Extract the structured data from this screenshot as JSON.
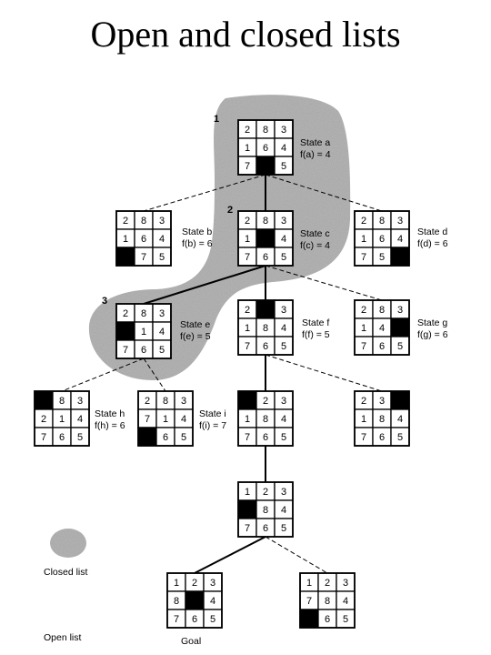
{
  "title": "Open and closed lists",
  "legend": {
    "closed_label": "Closed list",
    "open_label": "Open list",
    "goal_label": "Goal",
    "shade_color": "#b5b5b5"
  },
  "markers": [
    "1",
    "2",
    "3"
  ],
  "states": [
    {
      "id": "a",
      "name": "State a",
      "f": "f(a) = 4",
      "tiles": [
        2,
        8,
        3,
        1,
        6,
        4,
        7,
        0,
        5
      ]
    },
    {
      "id": "b",
      "name": "State b",
      "f": "f(b) = 6",
      "tiles": [
        2,
        8,
        3,
        1,
        6,
        4,
        0,
        7,
        5
      ]
    },
    {
      "id": "c",
      "name": "State c",
      "f": "f(c) = 4",
      "tiles": [
        2,
        8,
        3,
        1,
        0,
        4,
        7,
        6,
        5
      ]
    },
    {
      "id": "d",
      "name": "State d",
      "f": "f(d) = 6",
      "tiles": [
        2,
        8,
        3,
        1,
        6,
        4,
        7,
        5,
        0
      ]
    },
    {
      "id": "e",
      "name": "State e",
      "f": "f(e) = 5",
      "tiles": [
        2,
        8,
        3,
        0,
        1,
        4,
        7,
        6,
        5
      ]
    },
    {
      "id": "f",
      "name": "State f",
      "f": "f(f) = 5",
      "tiles": [
        2,
        0,
        3,
        1,
        8,
        4,
        7,
        6,
        5
      ]
    },
    {
      "id": "g",
      "name": "State g",
      "f": "f(g) = 6",
      "tiles": [
        2,
        8,
        3,
        1,
        4,
        0,
        7,
        6,
        5
      ]
    },
    {
      "id": "h",
      "name": "State h",
      "f": "f(h) = 6",
      "tiles": [
        0,
        8,
        3,
        2,
        1,
        4,
        7,
        6,
        5
      ]
    },
    {
      "id": "i",
      "name": "State i",
      "f": "f(i) = 7",
      "tiles": [
        2,
        8,
        3,
        7,
        1,
        4,
        0,
        6,
        5
      ]
    },
    {
      "id": "j",
      "name": "",
      "f": "",
      "tiles": [
        0,
        2,
        3,
        1,
        8,
        4,
        7,
        6,
        5
      ]
    },
    {
      "id": "k",
      "name": "",
      "f": "",
      "tiles": [
        2,
        3,
        0,
        1,
        8,
        4,
        7,
        6,
        5
      ]
    },
    {
      "id": "l",
      "name": "",
      "f": "",
      "tiles": [
        1,
        2,
        3,
        0,
        8,
        4,
        7,
        6,
        5
      ]
    },
    {
      "id": "m",
      "name": "",
      "f": "",
      "tiles": [
        1,
        2,
        3,
        8,
        0,
        4,
        7,
        6,
        5
      ]
    },
    {
      "id": "n",
      "name": "",
      "f": "",
      "tiles": [
        1,
        2,
        3,
        7,
        8,
        4,
        0,
        6,
        5
      ]
    }
  ],
  "edges": [
    {
      "from": "a",
      "to": "b",
      "style": "dashed"
    },
    {
      "from": "a",
      "to": "c",
      "style": "solid"
    },
    {
      "from": "a",
      "to": "d",
      "style": "dashed"
    },
    {
      "from": "c",
      "to": "e",
      "style": "solid"
    },
    {
      "from": "c",
      "to": "f",
      "style": "solid"
    },
    {
      "from": "c",
      "to": "g",
      "style": "dashed"
    },
    {
      "from": "e",
      "to": "h",
      "style": "dashed"
    },
    {
      "from": "e",
      "to": "i",
      "style": "dashed"
    },
    {
      "from": "f",
      "to": "j",
      "style": "solid"
    },
    {
      "from": "f",
      "to": "k",
      "style": "dashed"
    },
    {
      "from": "j",
      "to": "l",
      "style": "solid"
    },
    {
      "from": "l",
      "to": "m",
      "style": "solid"
    },
    {
      "from": "l",
      "to": "n",
      "style": "dashed"
    }
  ]
}
